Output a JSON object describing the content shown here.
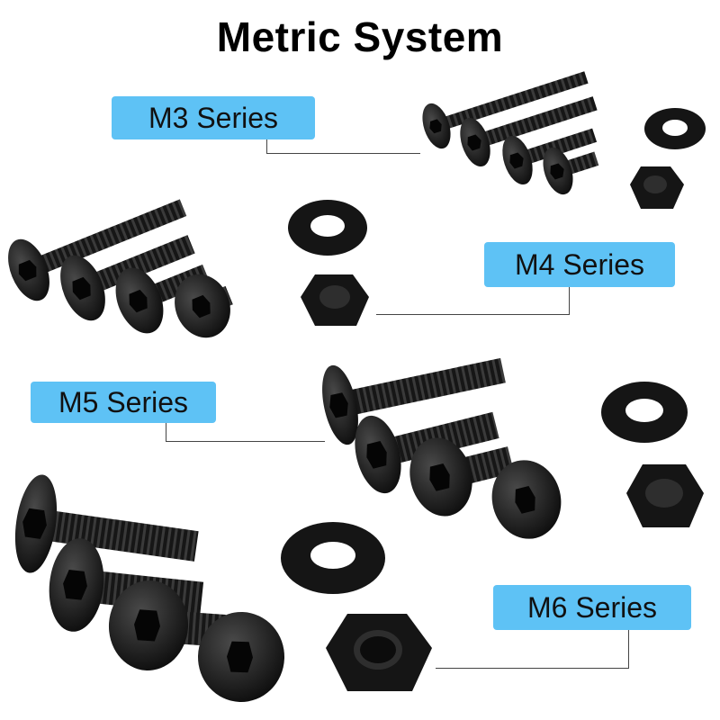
{
  "title": "Metric System",
  "series": [
    {
      "label": "M3 Series"
    },
    {
      "label": "M4 Series"
    },
    {
      "label": "M5 Series"
    },
    {
      "label": "M6 Series"
    }
  ],
  "colors": {
    "label_bg": "#5ec2f5",
    "hardware": "#111111",
    "line": "#444444"
  },
  "icons": [
    "countersunk-screw-icon",
    "washer-icon",
    "hex-nut-icon"
  ]
}
